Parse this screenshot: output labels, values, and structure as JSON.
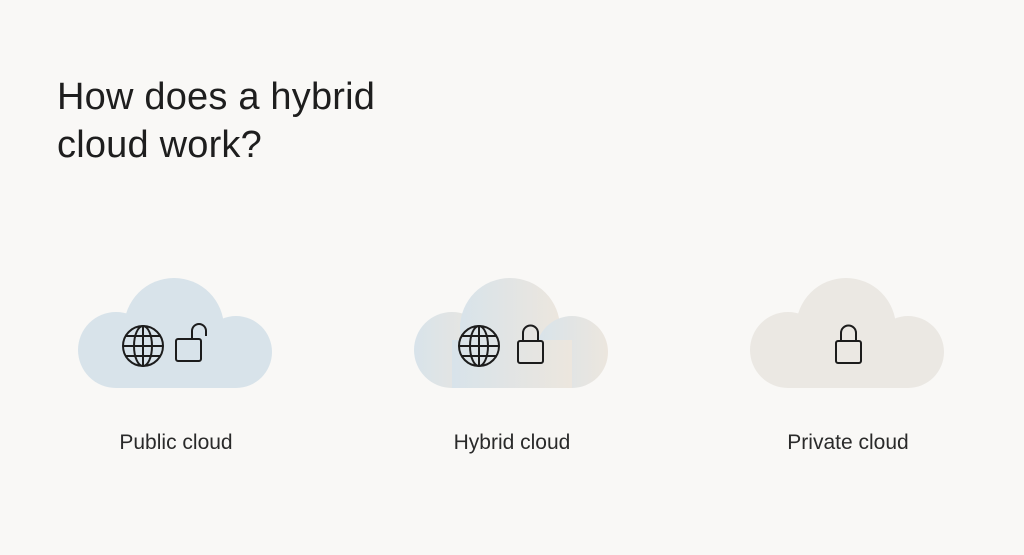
{
  "title": "How does a hybrid\ncloud work?",
  "clouds": [
    {
      "label": "Public cloud",
      "icons": [
        "globe-icon",
        "unlocked-padlock-icon"
      ],
      "fill": "#d8e3ea"
    },
    {
      "label": "Hybrid cloud",
      "icons": [
        "globe-icon",
        "padlock-icon"
      ],
      "fill_gradient": [
        "#d8e3ea",
        "#ece6de"
      ]
    },
    {
      "label": "Private cloud",
      "icons": [
        "padlock-icon"
      ],
      "fill": "#ebe8e3"
    }
  ],
  "colors": {
    "background": "#f9f8f6",
    "text": "#1e1e1e",
    "icon_stroke": "#1c1c1c"
  }
}
